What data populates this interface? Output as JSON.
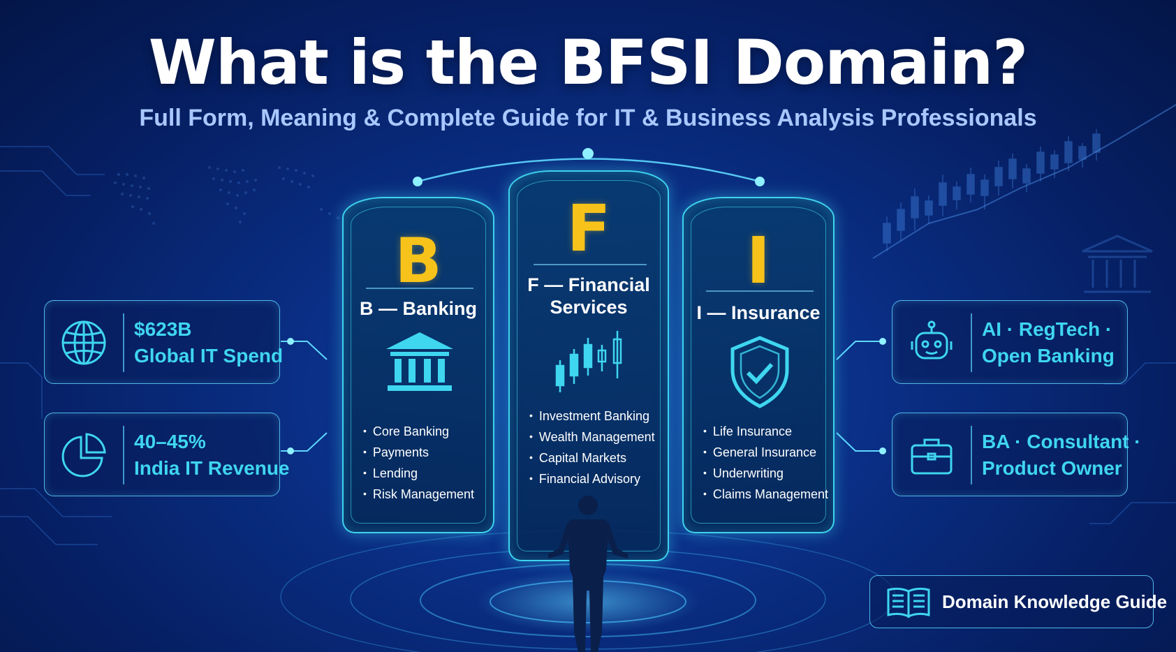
{
  "header": {
    "title": "What is the BFSI Domain?",
    "subtitle": "Full Form, Meaning & Complete Guide for IT & Business Analysis Professionals"
  },
  "stats_left": [
    {
      "line1": "$623B",
      "line2": "Global IT Spend",
      "icon": "globe-icon"
    },
    {
      "line1": "40–45%",
      "line2": "India IT Revenue",
      "icon": "pie-chart-icon"
    }
  ],
  "stats_right": [
    {
      "line1": "AI · RegTech ·",
      "line2": "Open Banking",
      "icon": "robot-icon"
    },
    {
      "line1": "BA · Consultant ·",
      "line2": "Product Owner",
      "icon": "briefcase-icon"
    }
  ],
  "pillars": {
    "banking": {
      "letter": "B",
      "title": "B — Banking",
      "icon": "bank-building-icon",
      "items": [
        "Core Banking",
        "Payments",
        "Lending",
        "Risk Management"
      ]
    },
    "financial": {
      "letter": "F",
      "title_line1": "F — Financial",
      "title_line2": "Services",
      "icon": "candlestick-chart-icon",
      "items": [
        "Investment Banking",
        "Wealth Management",
        "Capital Markets",
        "Financial Advisory"
      ]
    },
    "insurance": {
      "letter": "I",
      "title": "I — Insurance",
      "icon": "shield-check-icon",
      "items": [
        "Life Insurance",
        "General Insurance",
        "Underwriting",
        "Claims Management"
      ]
    }
  },
  "footer_badge": {
    "label": "Domain Knowledge Guide",
    "icon": "open-book-icon"
  },
  "colors": {
    "accent_cyan": "#3fd6f0",
    "letter_gold": "#f7c31a",
    "background": "#0a2f86"
  }
}
